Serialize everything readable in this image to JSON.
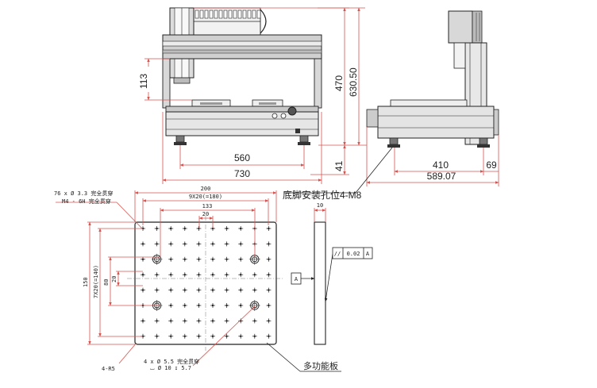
{
  "front_view": {
    "dims": {
      "width_total": "730",
      "foot_spacing": "560",
      "height_470": "470",
      "height_total": "630.50",
      "clearance": "113",
      "foot_height": "41"
    }
  },
  "side_view": {
    "dims": {
      "depth_410": "410",
      "offset_69": "69",
      "depth_total": "589.07"
    },
    "foot_callout": "底脚安装孔位4-M8"
  },
  "plate_view": {
    "dims": {
      "overall_width": "200",
      "hole_span_x": "9X20(=180)",
      "tapped_span_x": "133",
      "pitch_x": "20",
      "overall_height": "150",
      "hole_span_y": "7X20(=140)",
      "tapped_span_y": "80",
      "pitch_y": "20",
      "thickness": "10"
    },
    "notes": {
      "holes_line1": "76 x Ø 3.3 完全贯穿",
      "holes_line2": "M4 - 6H 完全贯穿",
      "corner_radius": "4-R5",
      "mount_line1": "4 x Ø 5.5 完全贯穿",
      "mount_line2": "⌴ Ø 10 ↧ 5.7",
      "plate_name": "多功能板"
    },
    "tolerance": {
      "symbol": "//",
      "value": "0.02",
      "datum": "A"
    },
    "datum_label": "A"
  }
}
